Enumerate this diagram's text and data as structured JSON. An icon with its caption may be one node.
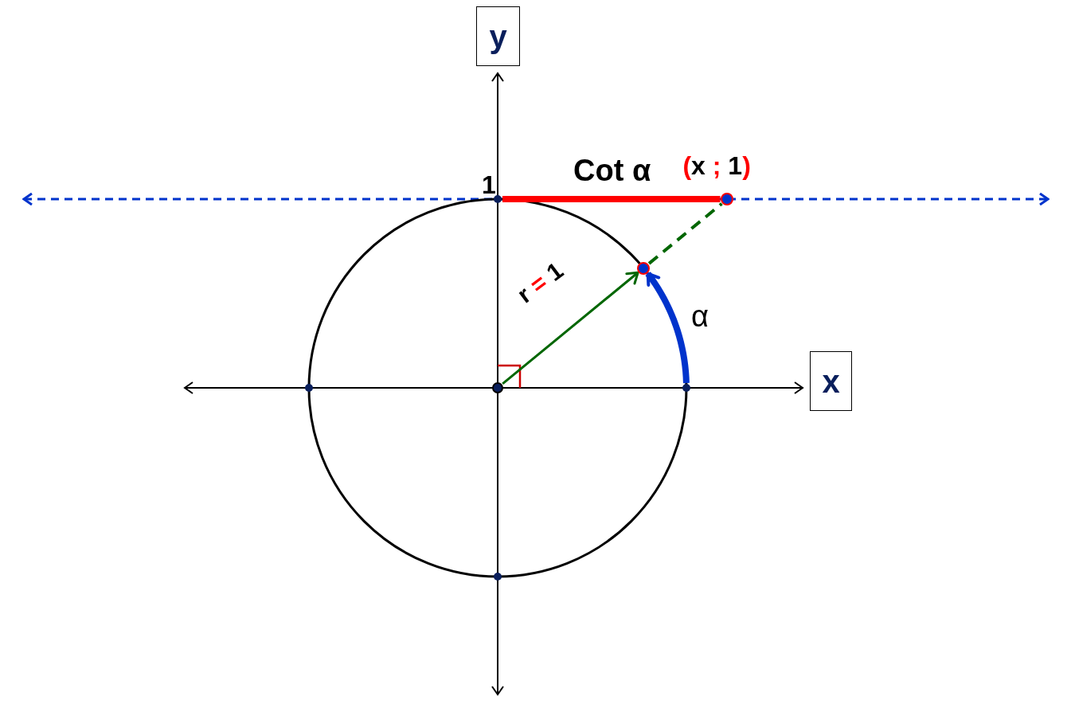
{
  "diagram": {
    "nodes": [
      {
        "text": [
          "y"
        ]
      },
      {
        "text": [],
        "shape": "circle",
        "beside": [
          "1"
        ]
      },
      {
        "text": [],
        "shape": "circle",
        "beside": [
          "(x ; 1)"
        ]
      },
      {
        "text": [],
        "shape": "circle"
      },
      {
        "text": [
          "x"
        ]
      },
      {
        "text": [],
        "shape": "circle"
      },
      {
        "text": [],
        "shape": "circle"
      }
    ],
    "edges": [
      {
        "from": 5,
        "to": 3,
        "arrow": "to",
        "label": "r = 1",
        "color": "#006600"
      },
      {
        "from": 3,
        "to": 2,
        "arrow": "none",
        "style": "dashed",
        "color": "#006600"
      },
      {
        "from": 1,
        "to": 2,
        "arrow": "none",
        "label": "Cot α",
        "style": "thick",
        "color": "#ff0000"
      },
      {
        "from": 6,
        "to": 3,
        "arrow": "to",
        "label": "α",
        "style": "thick",
        "color": "#0033cc"
      }
    ]
  }
}
